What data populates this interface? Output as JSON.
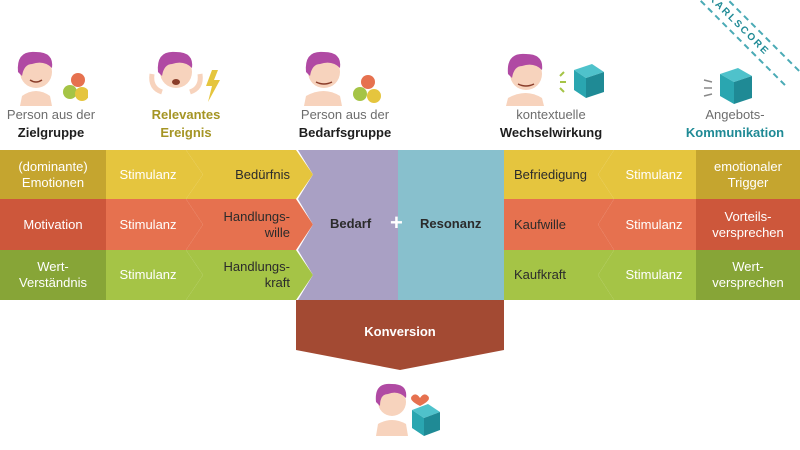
{
  "badge": {
    "brand": "KARLSCORE"
  },
  "headers": [
    {
      "line1": "Person aus der",
      "line2": "Zielgruppe"
    },
    {
      "line1": "Relevantes",
      "line2": "Ereignis"
    },
    {
      "line1": "Person aus der",
      "line2": "Bedarfsgruppe"
    },
    {
      "line1": "kontextuelle",
      "line2": "Wechselwirkung"
    },
    {
      "line1": "Angebots-",
      "line2": "Kommunikation"
    }
  ],
  "rows": [
    {
      "left": "(dominante)\nEmotionen",
      "stim_left": "Stimulanz",
      "need": "Bedürfnis",
      "right": "Befriedigung",
      "stim_right": "Stimulanz",
      "offer": "emotionaler\nTrigger"
    },
    {
      "left": "Motivation",
      "stim_left": "Stimulanz",
      "need": "Handlungs-\nwille",
      "right": "Kaufwille",
      "stim_right": "Stimulanz",
      "offer": "Vorteils-\nversprechen"
    },
    {
      "left": "Wert-\nVerständnis",
      "stim_left": "Stimulanz",
      "need": "Handlungs-\nkraft",
      "right": "Kaufkraft",
      "stim_right": "Stimulanz",
      "offer": "Wert-\nversprechen"
    }
  ],
  "center": {
    "bedarf": "Bedarf",
    "plus": "+",
    "resonanz": "Resonanz"
  },
  "conversion": {
    "label": "Konversion"
  },
  "colors": {
    "row1_dark": "#c5a52f",
    "row1_light": "#e5c53e",
    "row2_dark": "#cd573b",
    "row2_light": "#e6714f",
    "row3_dark": "#87a537",
    "row3_light": "#a5c446",
    "bedarf": "#a9a0c4",
    "resonanz": "#88c0cd",
    "konversion": "#a34a33",
    "hair": "#b04aa3",
    "cube": "#2aa6b0"
  }
}
